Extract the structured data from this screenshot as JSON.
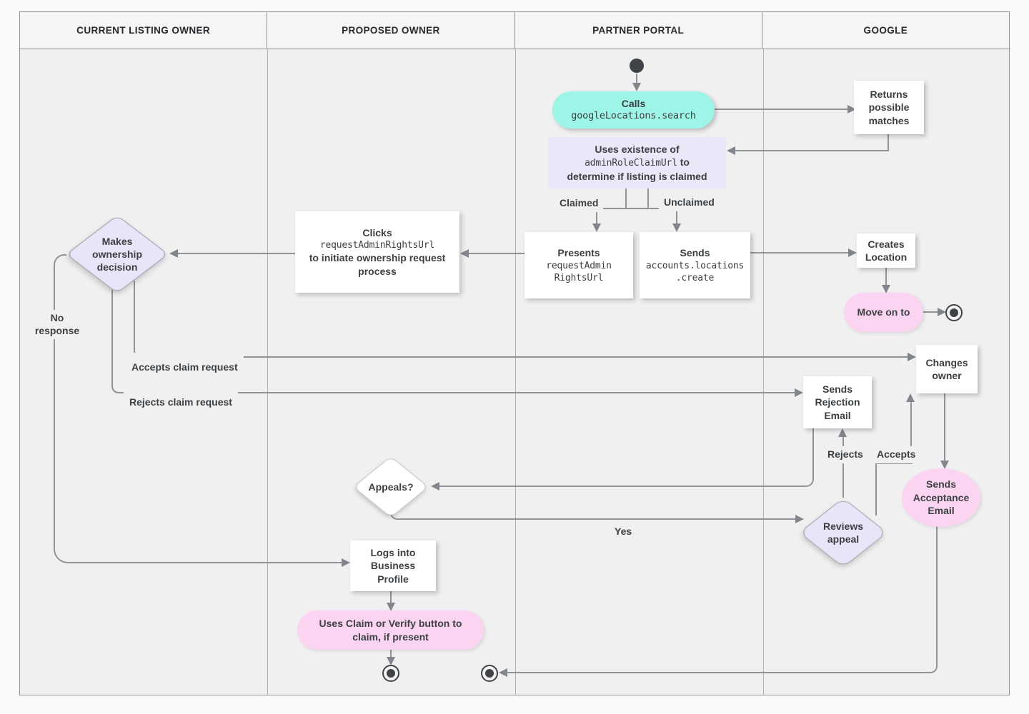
{
  "lanes": [
    {
      "label": "CURRENT LISTING OWNER"
    },
    {
      "label": "PROPOSED OWNER"
    },
    {
      "label": "PARTNER PORTAL"
    },
    {
      "label": "GOOGLE"
    }
  ],
  "nodes": {
    "calls_search": {
      "title": "Calls",
      "code": "googleLocations.search"
    },
    "returns_matches": {
      "text": "Returns possible matches"
    },
    "uses_existence": {
      "line1": "Uses existence of",
      "code": "adminRoleClaimUrl",
      "line2_suffix": "to",
      "line3": "determine if listing is claimed"
    },
    "presents_url": {
      "title": "Presents",
      "code_line1": "requestAdmin",
      "code_line2": "RightsUrl"
    },
    "sends_create": {
      "title": "Sends",
      "code_line1": "accounts.locations",
      "code_line2": ".create"
    },
    "creates_location": {
      "text": "Creates Location"
    },
    "move_on_to": {
      "text": "Move on to"
    },
    "clicks_url": {
      "title": "Clicks",
      "code": "requestAdminRightsUrl",
      "rest": "to initiate ownership request process"
    },
    "makes_decision": {
      "text": "Makes ownership decision"
    },
    "changes_owner": {
      "text": "Changes owner"
    },
    "sends_rejection": {
      "text": "Sends Rejection Email"
    },
    "sends_acceptance": {
      "text": "Sends Acceptance Email"
    },
    "reviews_appeal": {
      "text": "Reviews appeal"
    },
    "appeals": {
      "text": "Appeals?"
    },
    "logs_in": {
      "text": "Logs into Business Profile"
    },
    "claim_verify": {
      "text": "Uses Claim or Verify button to claim, if present"
    }
  },
  "edge_labels": {
    "claimed": "Claimed",
    "unclaimed": "Unclaimed",
    "no_response": "No response",
    "accepts_claim": "Accepts claim request",
    "rejects_claim": "Rejects claim request",
    "rejects": "Rejects",
    "accepts": "Accepts",
    "yes": "Yes"
  },
  "colors": {
    "api_call_fill": "#9df5e7",
    "manual_action_fill": "#fbd4f1",
    "logic_fill": "#eae7f8",
    "connector": "#8f9499"
  }
}
